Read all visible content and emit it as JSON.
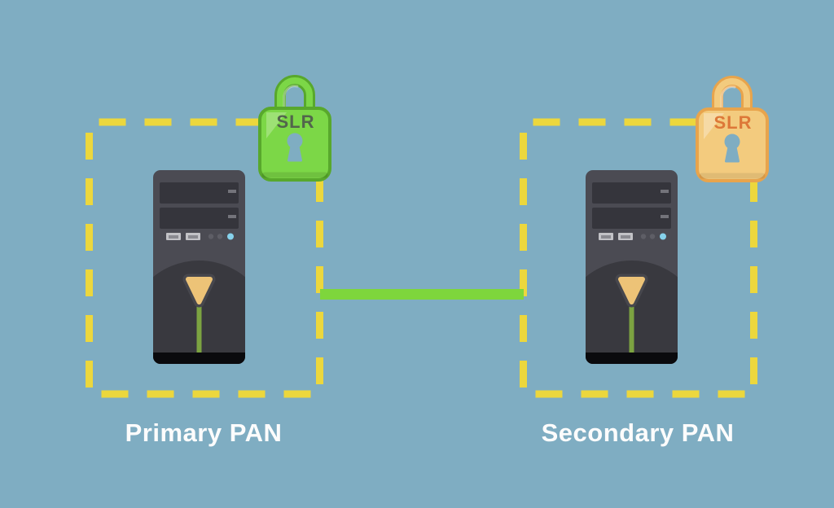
{
  "diagram": {
    "background_color": "#7fadc2",
    "boundary_dash_color": "#ecd73d",
    "link": {
      "type": "connection-line",
      "color": "#7ed63c"
    },
    "labels_color": "#fcfcfc",
    "nodes": [
      {
        "label": "Primary PAN",
        "device": "server-tower",
        "lock": {
          "text": "SLR",
          "style": "locked-green",
          "body_color": "#7cd747",
          "outline_color": "#58a82c",
          "text_color": "#52654c"
        }
      },
      {
        "label": "Secondary PAN",
        "device": "server-tower",
        "lock": {
          "text": "SLR",
          "style": "locked-orange",
          "body_color": "#f3cb7e",
          "outline_color": "#e8a44c",
          "text_color": "#dd7838"
        }
      }
    ]
  }
}
